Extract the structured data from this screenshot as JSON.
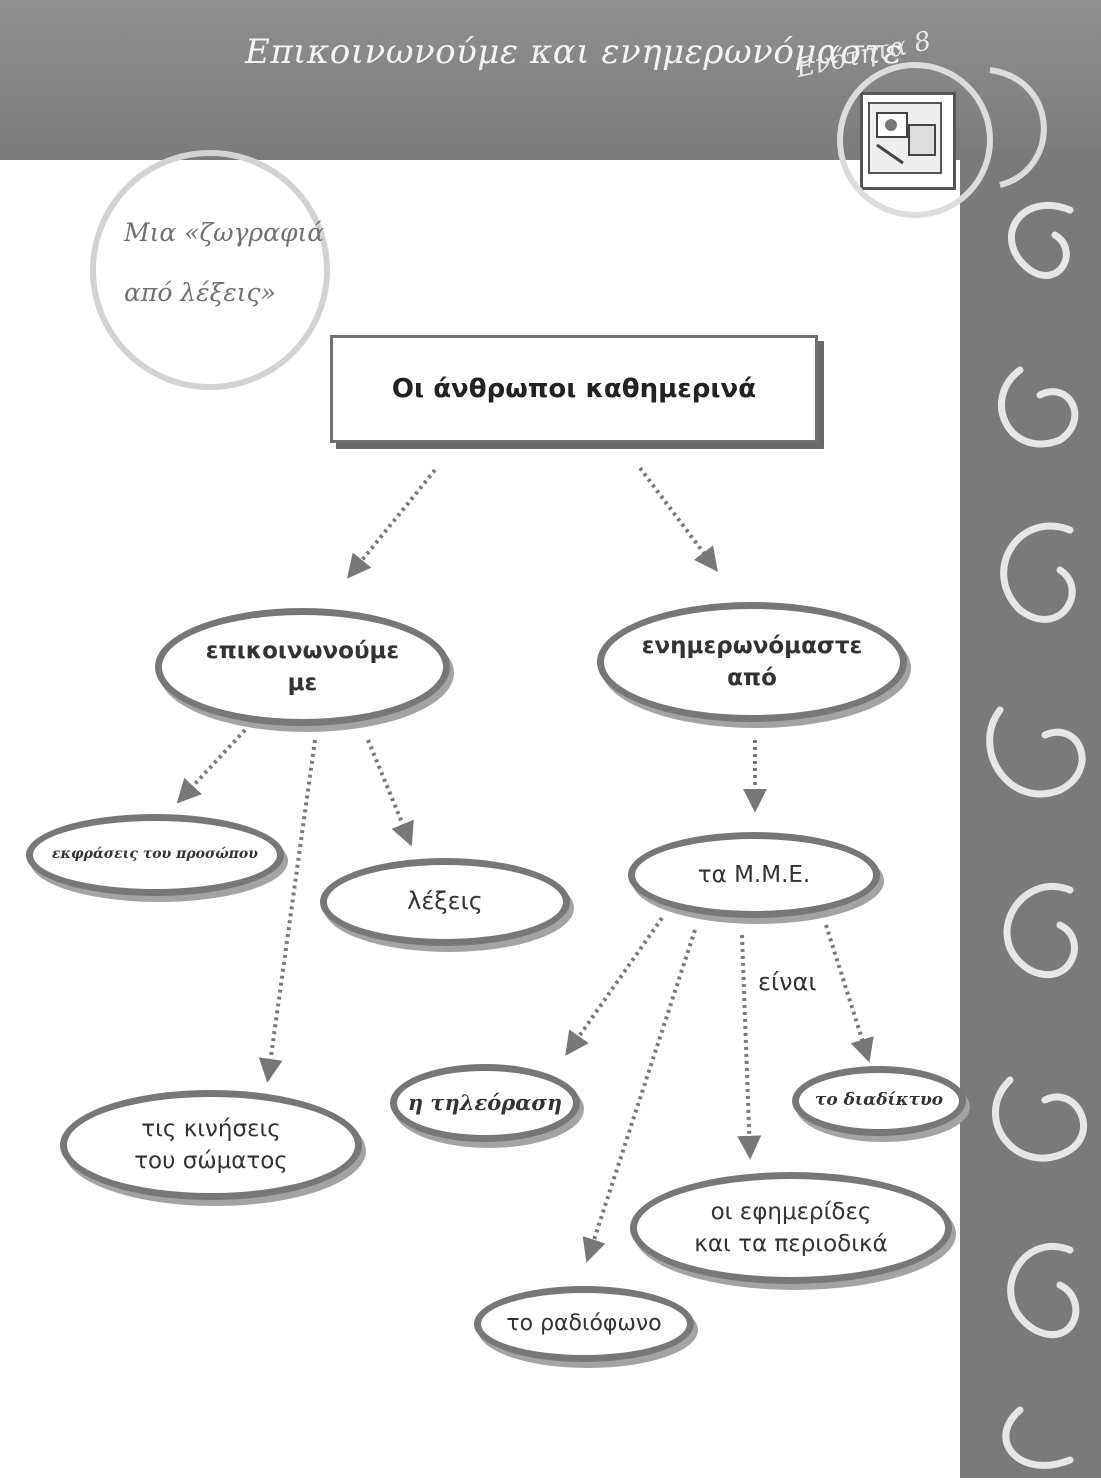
{
  "header": {
    "title": "Επικοινωνούμε και ενημερωνόμαστε",
    "unit_label": "Ενότητα 8"
  },
  "badge": {
    "line1": "Μια «ζωγραφιά",
    "line2": "από λέξεις»"
  },
  "diagram": {
    "root": "Οι άνθρωποι καθημερινά",
    "communicate": {
      "line1": "επικοινωνούμε",
      "line2": "με"
    },
    "inform": {
      "line1": "ενημερωνόμαστε",
      "line2": "από"
    },
    "expressions": "εκφράσεις του προσώπου",
    "words": "λέξεις",
    "movements": {
      "line1": "τις κινήσεις",
      "line2": "του σώματος"
    },
    "media": "τα Μ.Μ.Ε.",
    "media_edge_label": "είναι",
    "tv": "η τηλεόραση",
    "internet": "το διαδίκτυο",
    "newspapers": {
      "line1": "οι εφημερίδες",
      "line2": "και τα περιοδικά"
    },
    "radio": "το ραδιόφωνο"
  }
}
